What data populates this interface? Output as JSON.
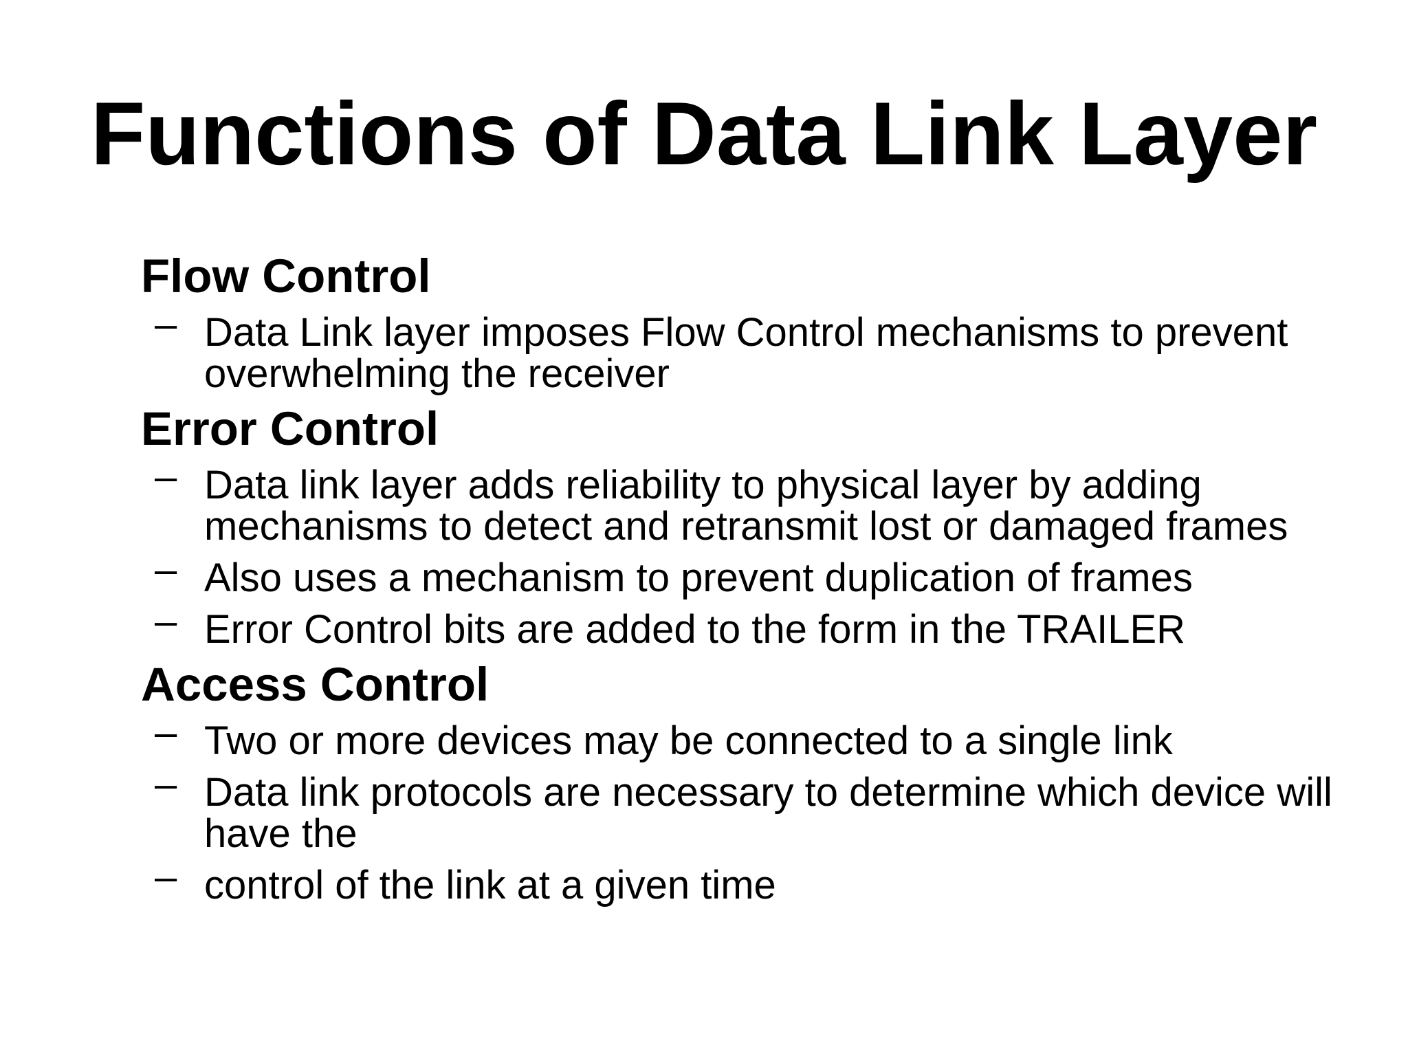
{
  "slide": {
    "title": "Functions of Data Link Layer",
    "background_color": "#ffffff",
    "text_color": "#000000",
    "bullet_glyph": "•",
    "sub_bullet_glyph": "–",
    "bullets": [
      {
        "heading": "Flow Control",
        "subitems": [
          "Data Link layer imposes Flow Control mechanisms to prevent overwhelming the receiver"
        ]
      },
      {
        "heading": "Error Control",
        "subitems": [
          "Data link layer adds reliability to physical layer by adding mechanisms to detect and retransmit lost or damaged frames",
          "Also uses a mechanism to prevent duplication of frames",
          "Error Control bits are added to the form in the TRAILER"
        ]
      },
      {
        "heading": "Access Control",
        "subitems": [
          "Two or more devices may be connected to a single link",
          "Data link protocols are necessary to determine which device will have the",
          "control of the link at a given time"
        ]
      }
    ]
  }
}
